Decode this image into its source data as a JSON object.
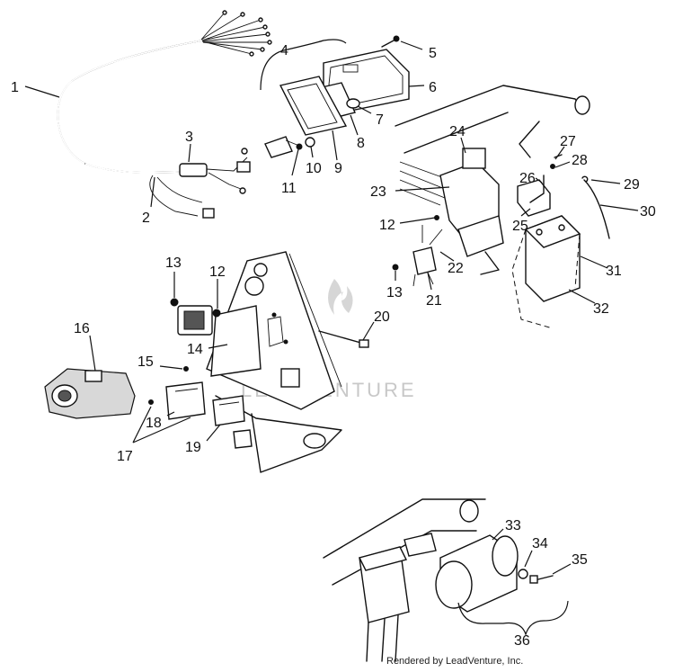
{
  "callouts": [
    {
      "id": "1",
      "label": "1"
    },
    {
      "id": "2",
      "label": "2"
    },
    {
      "id": "3",
      "label": "3"
    },
    {
      "id": "4",
      "label": "4"
    },
    {
      "id": "5",
      "label": "5"
    },
    {
      "id": "6",
      "label": "6"
    },
    {
      "id": "7",
      "label": "7"
    },
    {
      "id": "8",
      "label": "8"
    },
    {
      "id": "9",
      "label": "9"
    },
    {
      "id": "10",
      "label": "10"
    },
    {
      "id": "11",
      "label": "11"
    },
    {
      "id": "12a",
      "label": "12"
    },
    {
      "id": "12b",
      "label": "12"
    },
    {
      "id": "13a",
      "label": "13"
    },
    {
      "id": "13b",
      "label": "13"
    },
    {
      "id": "14",
      "label": "14"
    },
    {
      "id": "15",
      "label": "15"
    },
    {
      "id": "16",
      "label": "16"
    },
    {
      "id": "17",
      "label": "17"
    },
    {
      "id": "18",
      "label": "18"
    },
    {
      "id": "19",
      "label": "19"
    },
    {
      "id": "20",
      "label": "20"
    },
    {
      "id": "21",
      "label": "21"
    },
    {
      "id": "22",
      "label": "22"
    },
    {
      "id": "23",
      "label": "23"
    },
    {
      "id": "24",
      "label": "24"
    },
    {
      "id": "25",
      "label": "25"
    },
    {
      "id": "26",
      "label": "26"
    },
    {
      "id": "27",
      "label": "27"
    },
    {
      "id": "28",
      "label": "28"
    },
    {
      "id": "29",
      "label": "29"
    },
    {
      "id": "30",
      "label": "30"
    },
    {
      "id": "31",
      "label": "31"
    },
    {
      "id": "32",
      "label": "32"
    },
    {
      "id": "33",
      "label": "33"
    },
    {
      "id": "34",
      "label": "34"
    },
    {
      "id": "35",
      "label": "35"
    },
    {
      "id": "36",
      "label": "36"
    }
  ],
  "watermark": "LEADVENTURE",
  "credit": "Rendered by LeadVenture, Inc."
}
